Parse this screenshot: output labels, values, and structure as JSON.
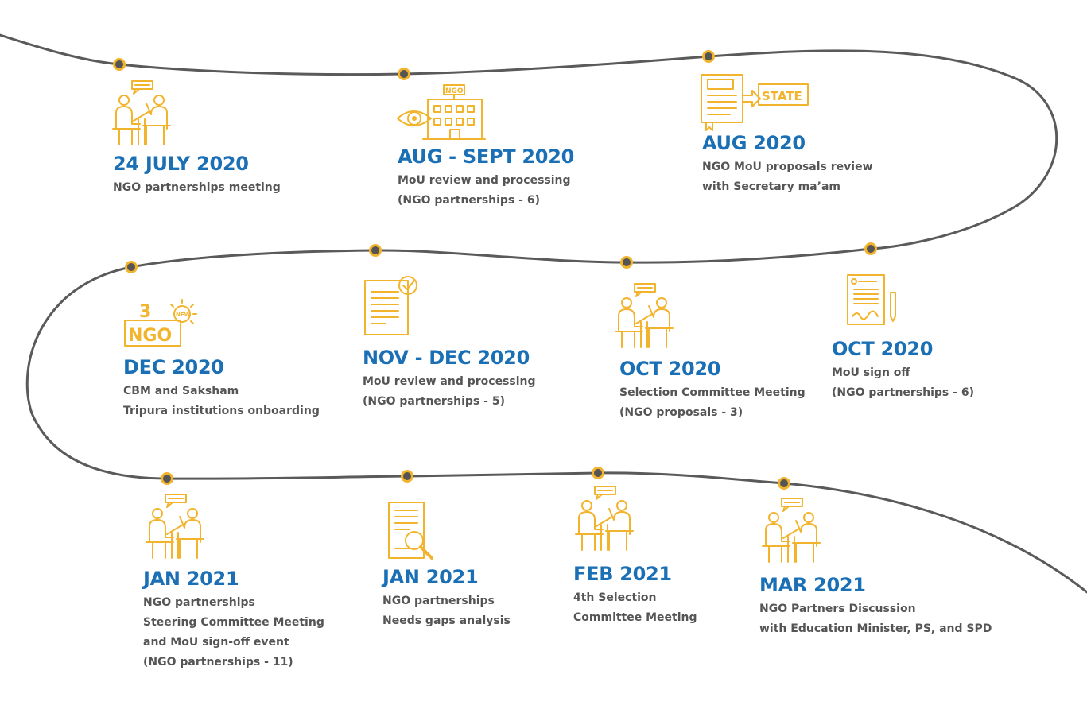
{
  "colors": {
    "accent": "#f3b42d",
    "date": "#1a6fb5",
    "text": "#555555",
    "path": "#5a5a5a",
    "dot": "#555555"
  },
  "milestones": [
    {
      "date": "24 JULY 2020",
      "lines": [
        "NGO partnerships meeting"
      ],
      "icon": "meeting-icon"
    },
    {
      "date": "AUG - SEPT 2020",
      "lines": [
        "MoU review and processing",
        "(NGO partnerships - 6)"
      ],
      "icon": "ngo-building-review-icon",
      "icon_label": "NGO"
    },
    {
      "date": "AUG 2020",
      "lines": [
        "NGO MoU proposals review",
        "with Secretary ma’am"
      ],
      "icon": "document-to-state-icon",
      "icon_label": "STATE"
    },
    {
      "date": "DEC 2020",
      "lines": [
        "CBM and Saksham",
        "Tripura institutions onboarding"
      ],
      "icon": "new-ngo-badge-icon",
      "icon_label": "NGO",
      "icon_count": "3",
      "icon_new": "NEW"
    },
    {
      "date": "NOV - DEC 2020",
      "lines": [
        "MoU review and processing",
        "(NGO partnerships - 5)"
      ],
      "icon": "document-check-icon"
    },
    {
      "date": "OCT 2020",
      "lines": [
        "Selection Committee Meeting",
        "(NGO proposals - 3)"
      ],
      "icon": "meeting-icon"
    },
    {
      "date": "OCT 2020",
      "lines": [
        "MoU sign off",
        "(NGO partnerships - 6)"
      ],
      "icon": "signed-document-icon"
    },
    {
      "date": "JAN 2021",
      "lines": [
        "NGO partnerships",
        "Steering Committee Meeting",
        "and MoU sign-off event",
        "(NGO partnerships - 11)"
      ],
      "icon": "meeting-icon"
    },
    {
      "date": "JAN 2021",
      "lines": [
        "NGO partnerships",
        "Needs gaps analysis"
      ],
      "icon": "document-search-icon"
    },
    {
      "date": "FEB 2021",
      "lines": [
        "4th Selection",
        "Committee Meeting"
      ],
      "icon": "meeting-icon"
    },
    {
      "date": "MAR 2021",
      "lines": [
        "NGO Partners Discussion",
        "with Education Minister, PS, and SPD"
      ],
      "icon": "meeting-icon"
    }
  ]
}
